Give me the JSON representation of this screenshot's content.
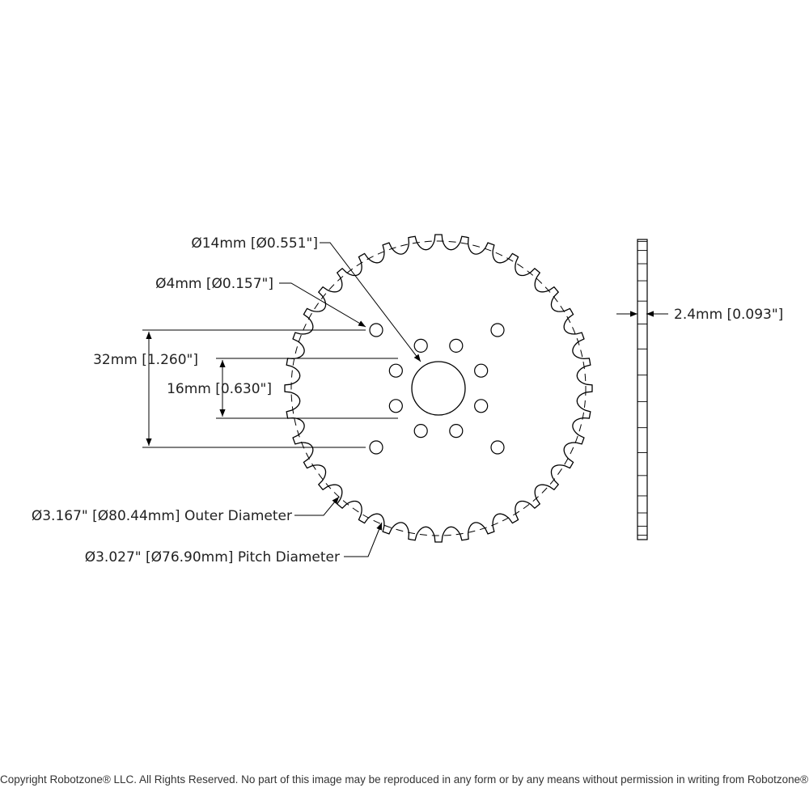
{
  "labels": {
    "bore": "Ø14mm [Ø0.551\"]",
    "hole": "Ø4mm [Ø0.157\"]",
    "spacing_32": "32mm [1.260\"]",
    "spacing_16": "16mm [0.630\"]",
    "thickness": "2.4mm [0.093\"]",
    "outer_diameter": "Ø3.167\" [Ø80.44mm] Outer Diameter",
    "pitch_diameter": "Ø3.027\" [Ø76.90mm] Pitch Diameter"
  },
  "sprocket": {
    "teeth": 36,
    "bolt_hole_pattern_count": 8,
    "corner_hole_count": 4
  },
  "footer": "Copyright Robotzone® LLC.  All Rights Reserved. No part of this image may be reproduced in any form or by any means without permission in writing from Robotzone® LLC."
}
